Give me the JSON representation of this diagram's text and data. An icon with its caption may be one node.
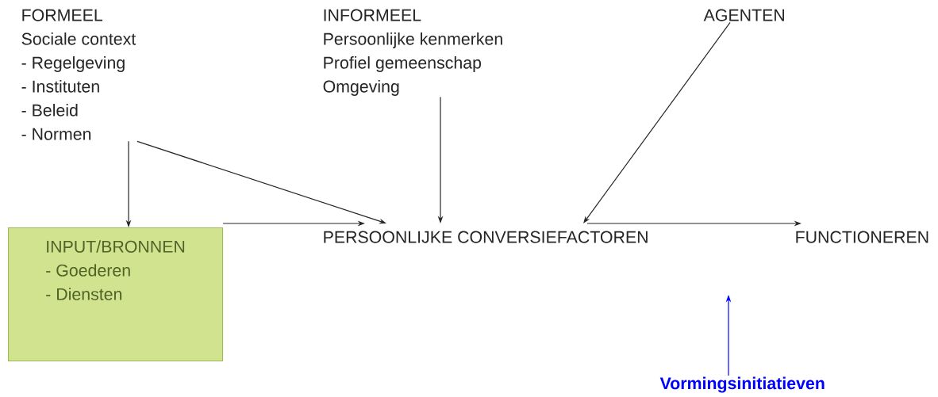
{
  "diagram": {
    "nodes": [
      {
        "text": [
          "FORMEEL",
          "Sociale context",
          "- Regelgeving",
          "- Instituten",
          "- Beleid",
          "- Normen"
        ]
      },
      {
        "text": [
          "INFORMEEL",
          "Persoonlijke kenmerken",
          "Profiel gemeenschap",
          "Omgeving"
        ]
      },
      {
        "text": [
          "AGENTEN"
        ]
      },
      {
        "text": [
          "INPUT/BRONNEN",
          "- Goederen",
          "- Diensten"
        ]
      },
      {
        "text": [
          "PERSOONLIJKE CONVERSIEFACTOREN"
        ]
      },
      {
        "text": [
          "FUNCTIONEREN"
        ]
      },
      {
        "text": [
          "Vormingsinitiatieven"
        ]
      }
    ],
    "edges": [
      {
        "from": 0,
        "to": 3,
        "arrow": "to"
      },
      {
        "from": 0,
        "to": 4,
        "arrow": "to"
      },
      {
        "from": 1,
        "to": 4,
        "arrow": "to"
      },
      {
        "from": 2,
        "to": 4,
        "arrow": "to"
      },
      {
        "from": 3,
        "to": 4,
        "arrow": "to"
      },
      {
        "from": 4,
        "to": 5,
        "arrow": "to"
      },
      {
        "from": 6,
        "to": null,
        "arrow": "to",
        "color": "#0000ff"
      }
    ]
  }
}
